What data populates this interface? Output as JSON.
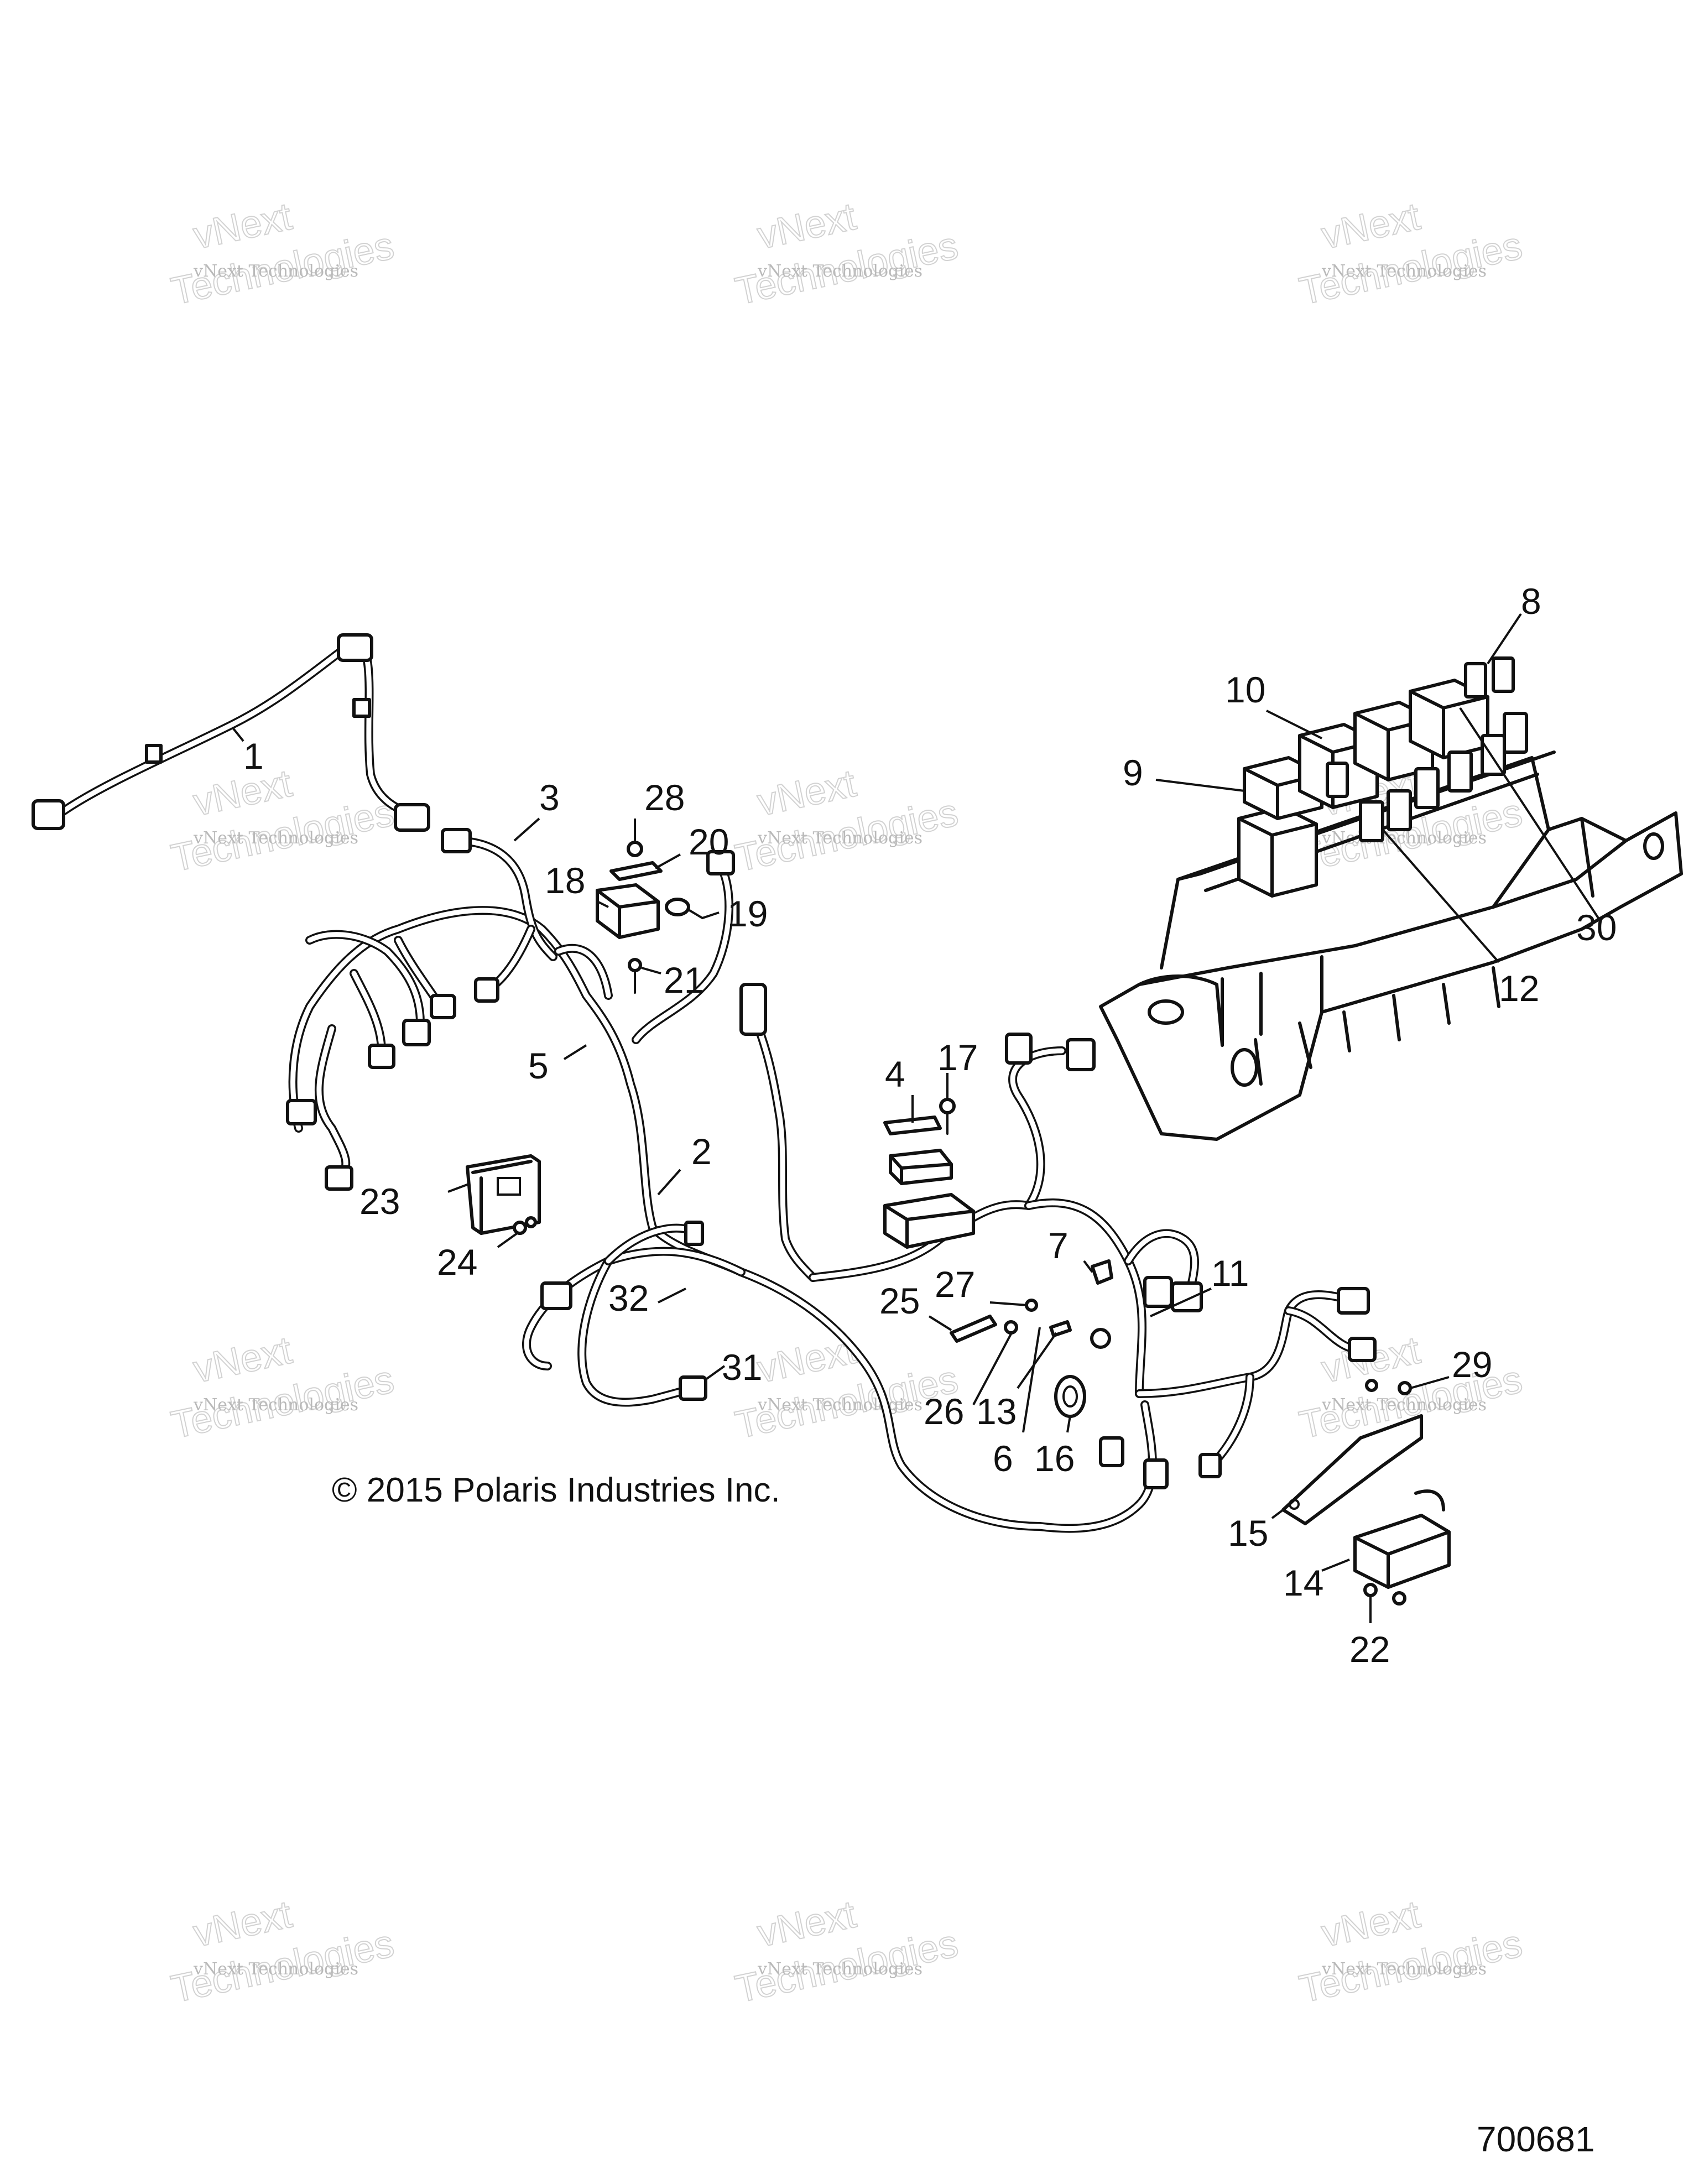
{
  "copyright": "© 2015 Polaris Industries Inc.",
  "reference_number": "700681",
  "watermark": {
    "line1": "vNext Technologies",
    "line2": "vNext",
    "line3": "Technologies"
  },
  "callouts": [
    {
      "id": "1",
      "label": "1"
    },
    {
      "id": "2",
      "label": "2"
    },
    {
      "id": "3",
      "label": "3"
    },
    {
      "id": "4",
      "label": "4"
    },
    {
      "id": "5",
      "label": "5"
    },
    {
      "id": "6",
      "label": "6"
    },
    {
      "id": "7",
      "label": "7"
    },
    {
      "id": "8",
      "label": "8"
    },
    {
      "id": "9",
      "label": "9"
    },
    {
      "id": "10",
      "label": "10"
    },
    {
      "id": "11",
      "label": "11"
    },
    {
      "id": "12",
      "label": "12"
    },
    {
      "id": "13",
      "label": "13"
    },
    {
      "id": "14",
      "label": "14"
    },
    {
      "id": "15",
      "label": "15"
    },
    {
      "id": "16",
      "label": "16"
    },
    {
      "id": "17",
      "label": "17"
    },
    {
      "id": "18",
      "label": "18"
    },
    {
      "id": "19",
      "label": "19"
    },
    {
      "id": "20",
      "label": "20"
    },
    {
      "id": "21",
      "label": "21"
    },
    {
      "id": "22",
      "label": "22"
    },
    {
      "id": "23",
      "label": "23"
    },
    {
      "id": "24",
      "label": "24"
    },
    {
      "id": "25",
      "label": "25"
    },
    {
      "id": "26",
      "label": "26"
    },
    {
      "id": "27",
      "label": "27"
    },
    {
      "id": "28",
      "label": "28"
    },
    {
      "id": "29",
      "label": "29"
    },
    {
      "id": "30",
      "label": "30"
    },
    {
      "id": "31",
      "label": "31"
    },
    {
      "id": "32",
      "label": "32"
    }
  ]
}
